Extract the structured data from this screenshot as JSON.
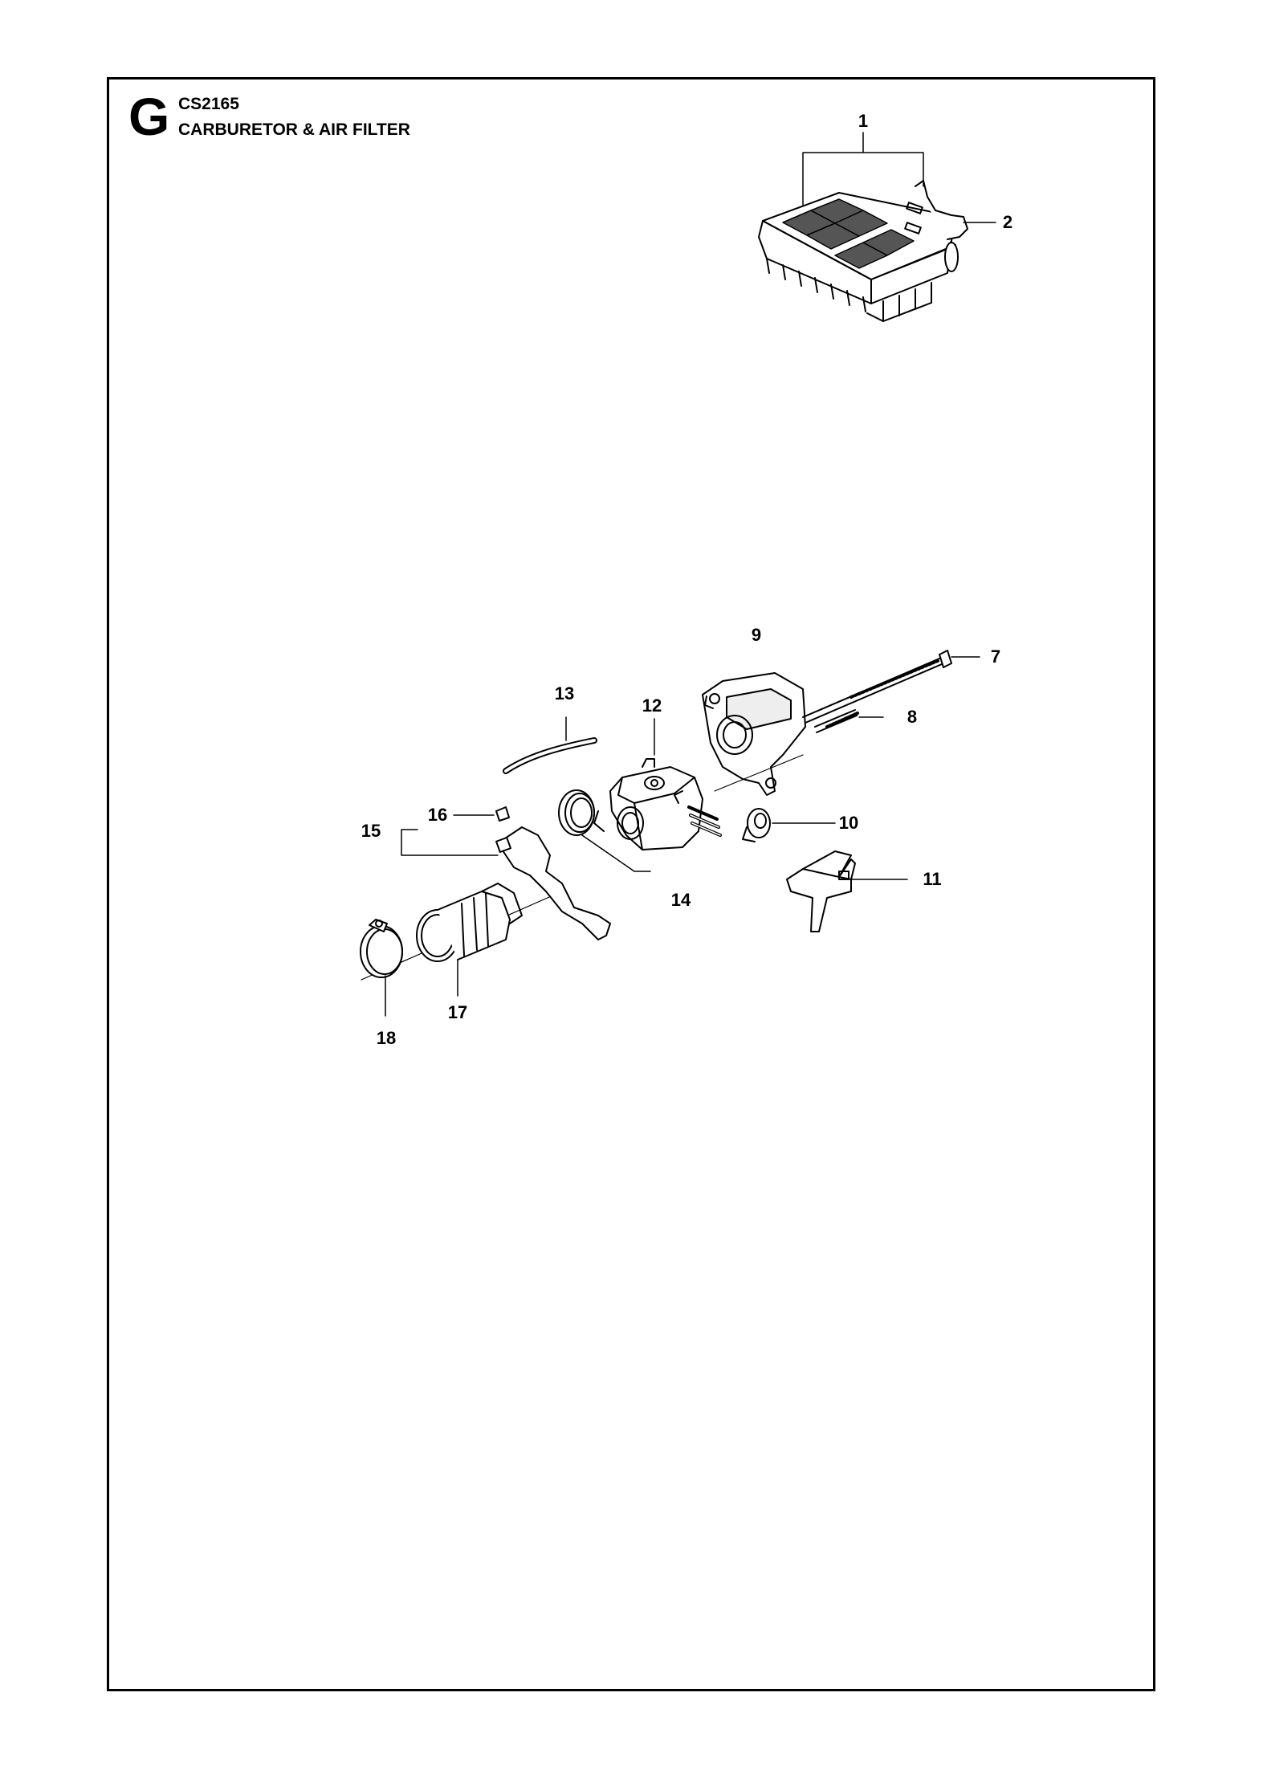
{
  "header": {
    "section_letter": "G",
    "model": "CS2165",
    "title": "CARBURETOR & AIR FILTER"
  },
  "callouts": {
    "c1": "1",
    "c2": "2",
    "c7": "7",
    "c8": "8",
    "c9": "9",
    "c10": "10",
    "c11": "11",
    "c12": "12",
    "c13": "13",
    "c14": "14",
    "c15": "15",
    "c16": "16",
    "c17": "17",
    "c18": "18"
  }
}
